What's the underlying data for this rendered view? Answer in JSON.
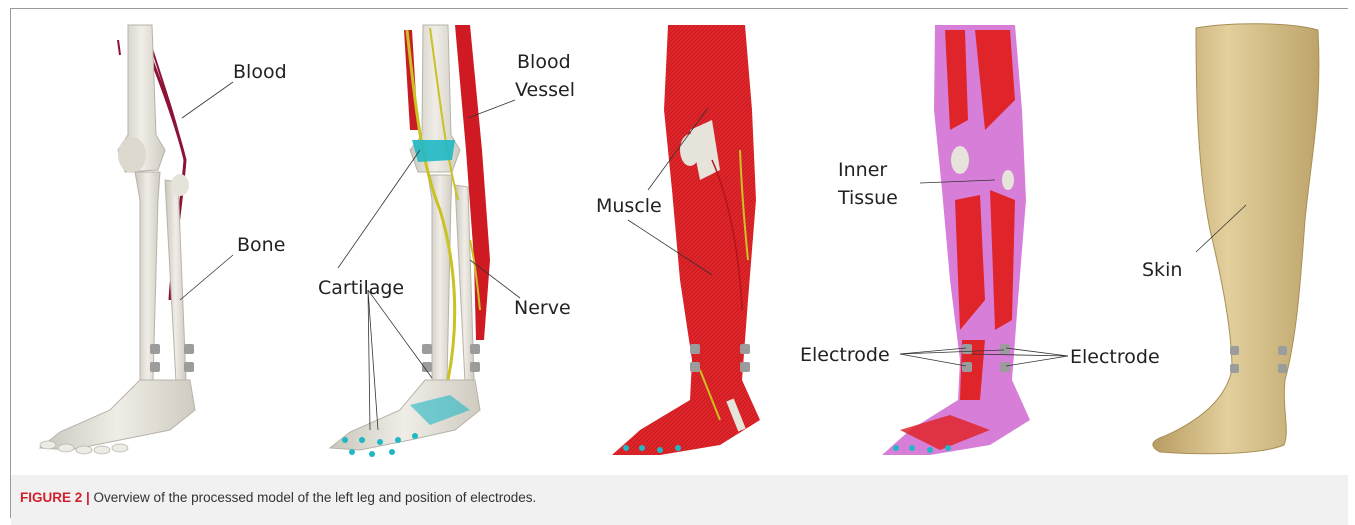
{
  "figure": {
    "labels": {
      "blood": "Blood",
      "bone": "Bone",
      "blood_vessel_line1": "Blood",
      "blood_vessel_line2": "Vessel",
      "cartilage": "Cartilage",
      "nerve": "Nerve",
      "muscle": "Muscle",
      "inner_tissue_line1": "Inner",
      "inner_tissue_line2": "Tissue",
      "electrode_left": "Electrode",
      "electrode_right": "Electrode",
      "skin": "Skin"
    },
    "colors": {
      "bone": "#e6e3da",
      "blood": "#8c1236",
      "cartilage": "#1fb8c4",
      "nerve": "#c9c221",
      "muscle": "#e0252a",
      "inner_tissue": "#d77fd8",
      "skin": "#d9c38e",
      "electrode": "#9c9c9c"
    }
  },
  "caption": {
    "label": "FIGURE 2 |",
    "text": " Overview of the processed model of the left leg and position of electrodes."
  }
}
